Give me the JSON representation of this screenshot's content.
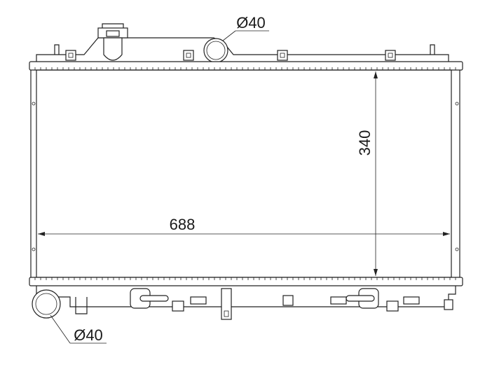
{
  "dimensions": {
    "width": "688",
    "height": "340",
    "inlet_diameter": "Ø40",
    "outlet_diameter": "Ø40"
  },
  "colors": {
    "line": "#222222",
    "background": "#ffffff"
  }
}
